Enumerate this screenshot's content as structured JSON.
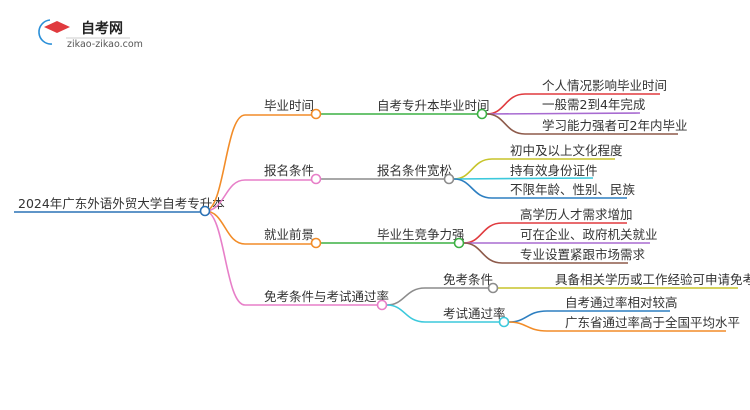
{
  "logo": {
    "title": "自考网",
    "url": "zikao-zikao.com"
  },
  "root": {
    "label": "2024年广东外语外贸大学自考专升本"
  },
  "branches": [
    {
      "label": "毕业时间",
      "sub": "自考专升本毕业时间",
      "leaves": [
        "个人情况影响毕业时间",
        "一般需2到4年完成",
        "学习能力强者可2年内毕业"
      ]
    },
    {
      "label": "报名条件",
      "sub": "报名条件宽松",
      "leaves": [
        "初中及以上文化程度",
        "持有效身份证件",
        "不限年龄、性别、民族"
      ]
    },
    {
      "label": "就业前景",
      "sub": "毕业生竞争力强",
      "leaves": [
        "高学历人才需求增加",
        "可在企业、政府机关就业",
        "专业设置紧跟市场需求"
      ]
    },
    {
      "label": "免考条件与考试通过率",
      "subs": [
        {
          "label": "免考条件",
          "leaves": [
            "具备相关学历或工作经验可申请免考"
          ]
        },
        {
          "label": "考试通过率",
          "leaves": [
            "自考通过率相对较高",
            "广东省通过率高于全国平均水平"
          ]
        }
      ]
    }
  ],
  "colors": {
    "root": "#2a72b5",
    "orange": "#f28c28",
    "pink": "#e77fc8",
    "green": "#3cb043",
    "gray": "#8c8c8c",
    "red": "#e03a3e",
    "purple": "#a86bd1",
    "brown": "#8d5a4a",
    "olive": "#c7c42a",
    "cyan": "#3cc9dc",
    "blue": "#2d7fc1"
  }
}
